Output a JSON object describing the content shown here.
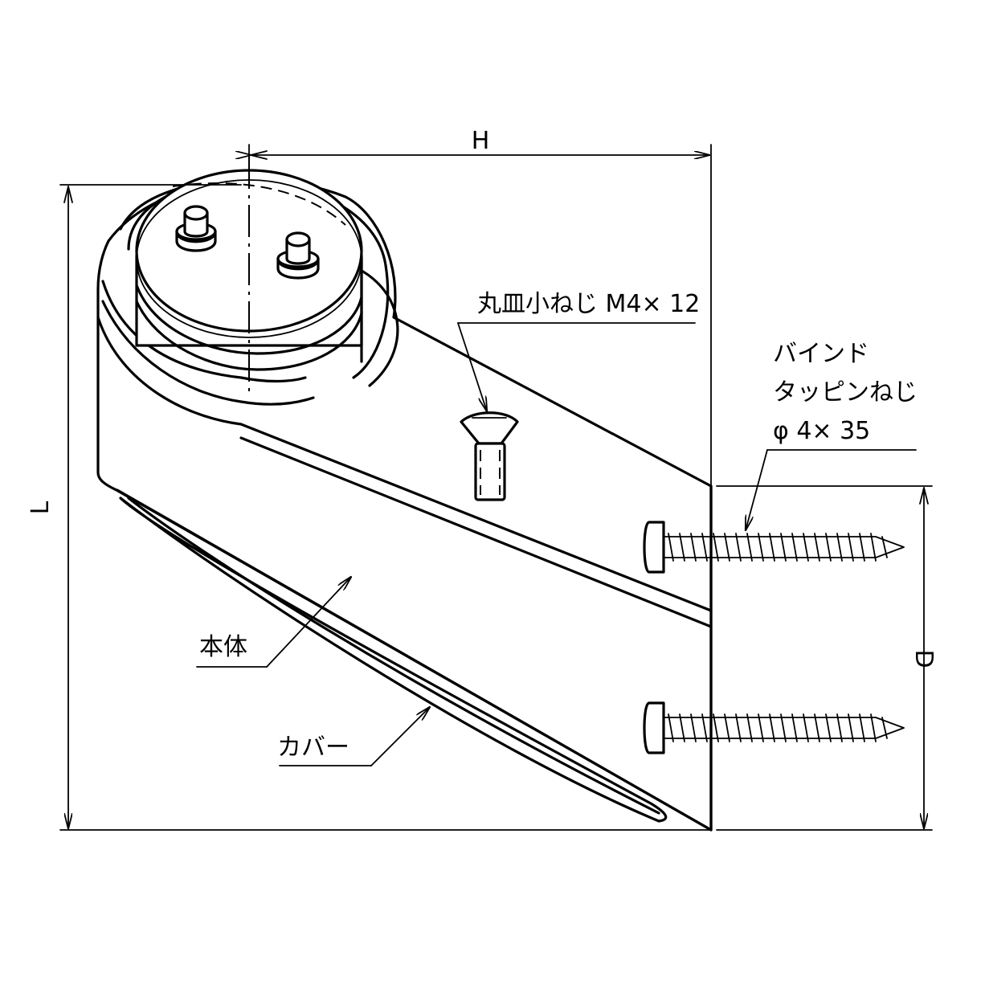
{
  "dimensions": {
    "H": "H",
    "L": "L",
    "D": "D"
  },
  "callouts": {
    "machine_screw": "丸皿小ねじ M4× 12",
    "tapping_screw_line1": "バインド",
    "tapping_screw_line2": "タッピンねじ",
    "tapping_screw_line3": "φ 4× 35",
    "body": "本体",
    "cover": "カバー"
  },
  "colors": {
    "line": "#000000",
    "background": "#ffffff"
  }
}
